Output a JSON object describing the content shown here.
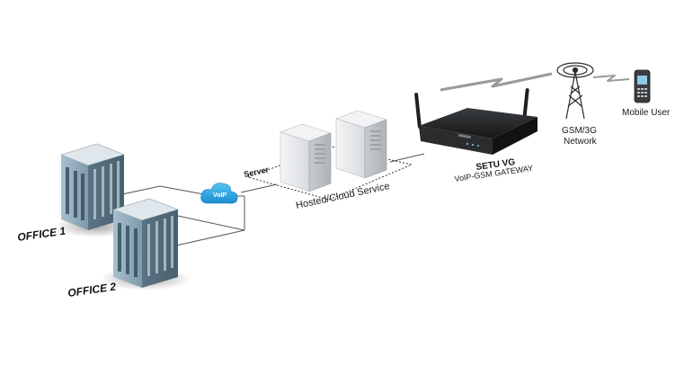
{
  "labels": {
    "office1": "OFFICE 1",
    "office2": "OFFICE 2",
    "voip": "VoIP",
    "server": "Server",
    "hosted": "Hosted/Cloud Service",
    "gateway_name": "SETU VG",
    "gateway_desc": "VoIP-GSM GATEWAY",
    "network_line1": "GSM/3G",
    "network_line2": "Network",
    "mobile_user": "Mobile User"
  },
  "colors": {
    "building_face": "#8fa9b9",
    "building_side": "#5d7686",
    "building_roof": "#d9e3e9",
    "cloud": "#2aa6e6",
    "router": "#222426",
    "server_body": "#e6e8ea"
  },
  "icons": [
    "office-building-icon",
    "voip-cloud-icon",
    "server-tower-icon",
    "router-gateway-icon",
    "cell-tower-icon",
    "mobile-phone-icon",
    "lightning-signal-icon"
  ]
}
